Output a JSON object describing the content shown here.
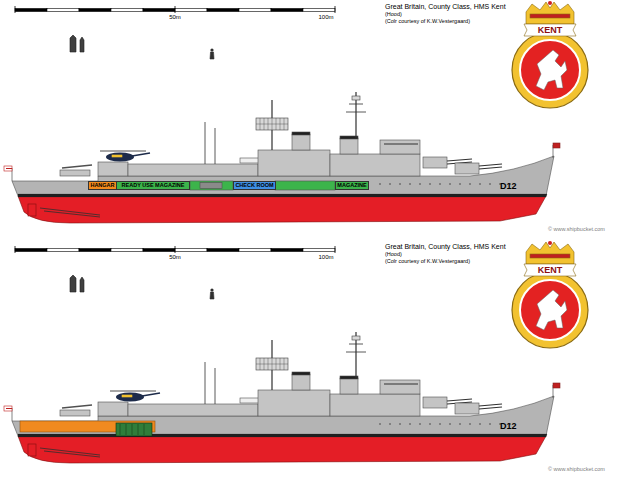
{
  "diagram": {
    "nodes": [
      {
        "text": [
          "HANGAR"
        ]
      },
      {
        "text": [
          "READY USE MAGAZINE"
        ]
      },
      {
        "text": [
          "CHECK ROOM"
        ]
      },
      {
        "text": [
          "MAGAZINE"
        ]
      }
    ],
    "labels": [
      "50m",
      "100m",
      "Great Britain, County Class, HMS Kent",
      "(Hood)",
      "(Colr courtesy of K.W.Vestergaard)",
      "KENT",
      "D12",
      "© www.shipbucket.com",
      "50m",
      "100m",
      "Great Britain, County Class, HMS Kent",
      "(Hood)",
      "(Colr courtesy of K.W.Vestergaard)",
      "KENT",
      "D12",
      "© www.shipbucket.com"
    ]
  }
}
